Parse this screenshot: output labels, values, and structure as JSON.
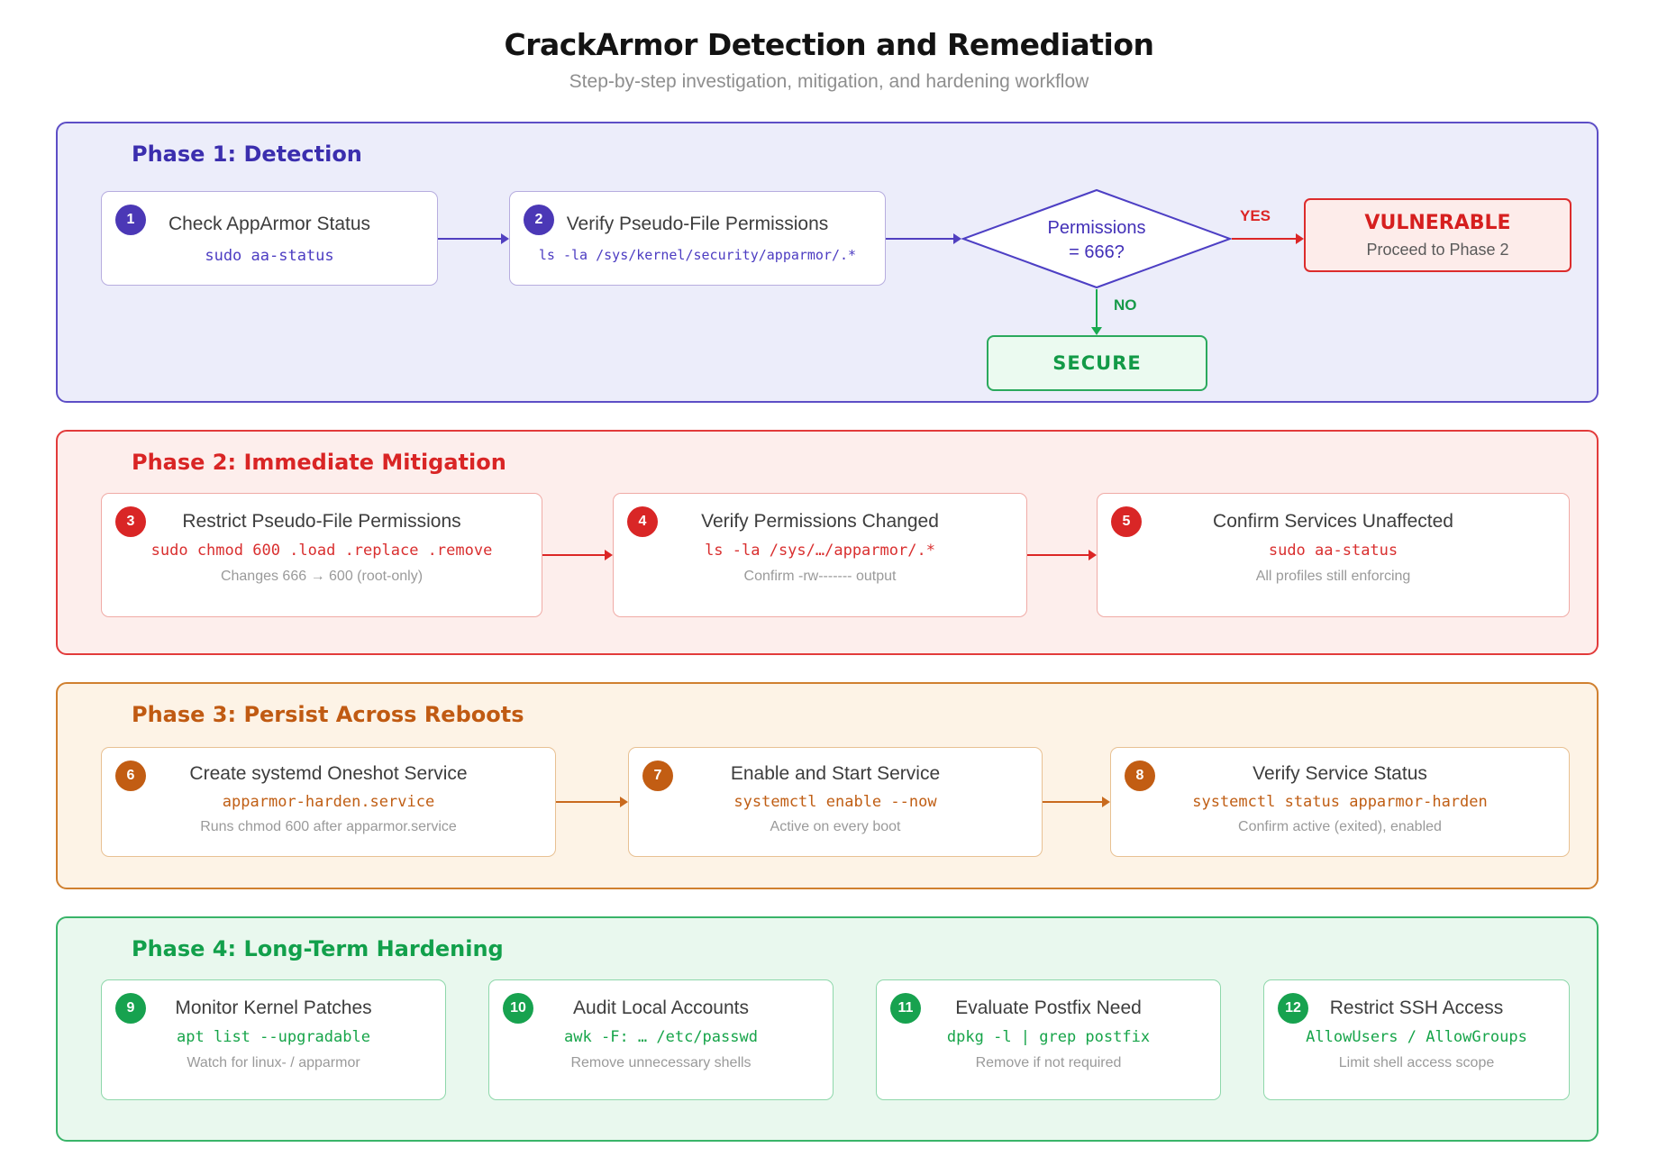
{
  "header": {
    "title": "CrackArmor Detection and Remediation",
    "subtitle": "Step-by-step investigation, mitigation, and hardening workflow"
  },
  "phase1": {
    "title": "Phase 1: Detection",
    "steps": [
      {
        "num": "1",
        "title": "Check AppArmor Status",
        "command": "sudo aa-status"
      },
      {
        "num": "2",
        "title": "Verify Pseudo-File Permissions",
        "command": "ls -la /sys/kernel/security/apparmor/.*"
      }
    ],
    "decision": {
      "line1": "Permissions",
      "line2": "= 666?"
    },
    "yes_label": "YES",
    "no_label": "NO",
    "vulnerable": {
      "title": "VULNERABLE",
      "subtitle": "Proceed to Phase 2"
    },
    "secure": {
      "label": "SECURE"
    }
  },
  "phase2": {
    "title": "Phase 2: Immediate Mitigation",
    "steps": [
      {
        "num": "3",
        "title": "Restrict Pseudo-File Permissions",
        "command": "sudo chmod 600 .load .replace .remove",
        "desc": "Changes 666 → 600 (root-only)"
      },
      {
        "num": "4",
        "title": "Verify Permissions Changed",
        "command": "ls -la /sys/…/apparmor/.*",
        "desc": "Confirm -rw------- output"
      },
      {
        "num": "5",
        "title": "Confirm Services Unaffected",
        "command": "sudo aa-status",
        "desc": "All profiles still enforcing"
      }
    ]
  },
  "phase3": {
    "title": "Phase 3: Persist Across Reboots",
    "steps": [
      {
        "num": "6",
        "title": "Create systemd Oneshot Service",
        "command": "apparmor-harden.service",
        "desc": "Runs chmod 600 after apparmor.service"
      },
      {
        "num": "7",
        "title": "Enable and Start Service",
        "command": "systemctl enable --now",
        "desc": "Active on every boot"
      },
      {
        "num": "8",
        "title": "Verify Service Status",
        "command": "systemctl status apparmor-harden",
        "desc": "Confirm active (exited), enabled"
      }
    ]
  },
  "phase4": {
    "title": "Phase 4: Long-Term Hardening",
    "steps": [
      {
        "num": "9",
        "title": "Monitor Kernel Patches",
        "command": "apt list --upgradable",
        "desc": "Watch for linux- / apparmor"
      },
      {
        "num": "10",
        "title": "Audit Local Accounts",
        "command": "awk -F: … /etc/passwd",
        "desc": "Remove unnecessary shells"
      },
      {
        "num": "11",
        "title": "Evaluate Postfix Need",
        "command": "dpkg -l | grep postfix",
        "desc": "Remove if not required"
      },
      {
        "num": "12",
        "title": "Restrict SSH Access",
        "command": "AllowUsers / AllowGroups",
        "desc": "Limit shell access scope"
      }
    ]
  },
  "colors": {
    "phase1_accent": "#4b38b6",
    "phase2_accent": "#d92626",
    "phase3_accent": "#c25d13",
    "phase4_accent": "#17a24f",
    "vulnerable_red": "#d61f1f",
    "secure_green": "#129a47"
  }
}
